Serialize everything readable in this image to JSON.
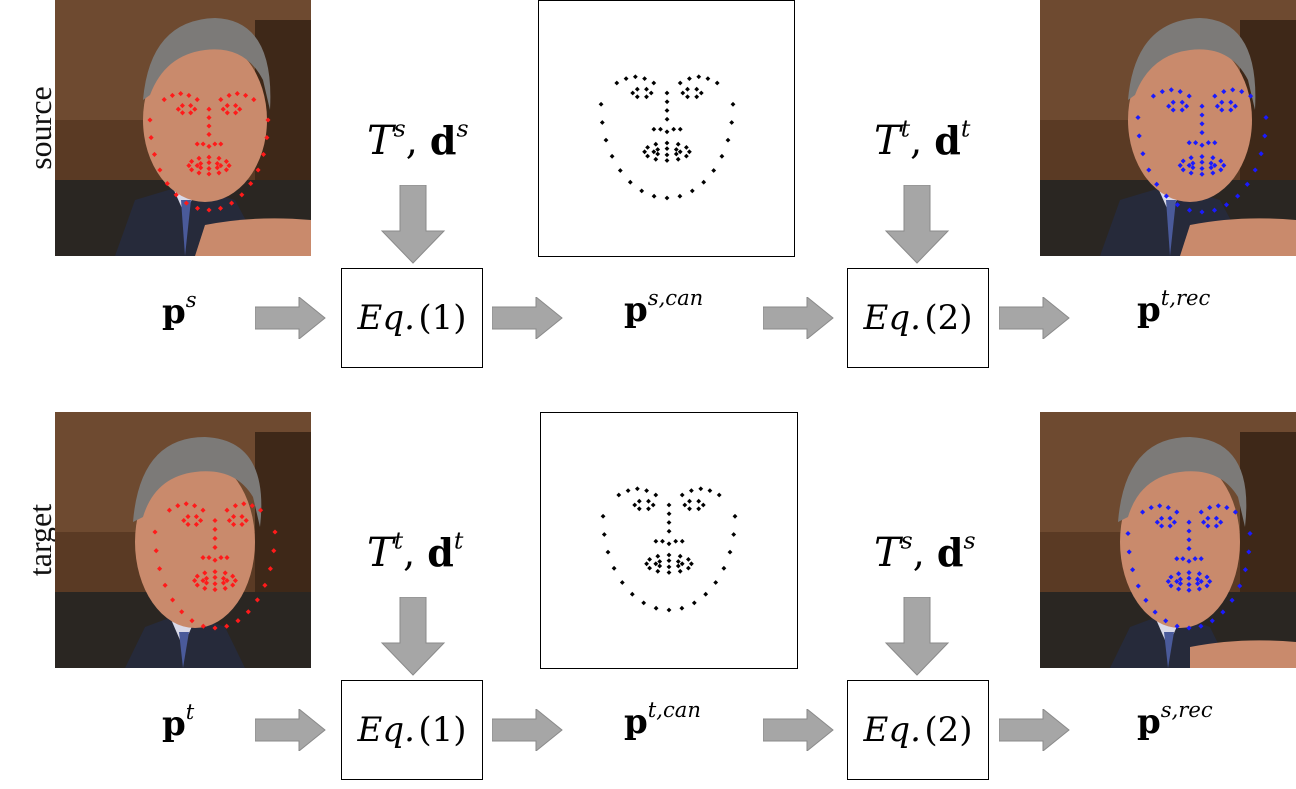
{
  "rows": [
    {
      "label": "source",
      "input": {
        "base": "p",
        "sup": "s"
      },
      "eq1": {
        "text": "Eq.",
        "num": "(1)"
      },
      "params1": {
        "cal": "T",
        "sup1": "s",
        "d": "d",
        "sup2": "s"
      },
      "canonical": {
        "base": "p",
        "sup": "s,can"
      },
      "params2": {
        "cal": "T",
        "sup1": "t",
        "d": "d",
        "sup2": "t"
      },
      "eq2": {
        "text": "Eq.",
        "num": "(2)"
      },
      "output": {
        "base": "p",
        "sup": "t,rec"
      },
      "input_landmark_color": "#ff1a1a",
      "output_landmark_color": "#1a1aff"
    },
    {
      "label": "target",
      "input": {
        "base": "p",
        "sup": "t"
      },
      "eq1": {
        "text": "Eq.",
        "num": "(1)"
      },
      "params1": {
        "cal": "T",
        "sup1": "t",
        "d": "d",
        "sup2": "t"
      },
      "canonical": {
        "base": "p",
        "sup": "t,can"
      },
      "params2": {
        "cal": "T",
        "sup1": "s",
        "d": "d",
        "sup2": "s"
      },
      "eq2": {
        "text": "Eq.",
        "num": "(2)"
      },
      "output": {
        "base": "p",
        "sup": "s,rec"
      },
      "input_landmark_color": "#ff1a1a",
      "output_landmark_color": "#1a1aff"
    }
  ],
  "arrow_color": "#a6a6a6"
}
